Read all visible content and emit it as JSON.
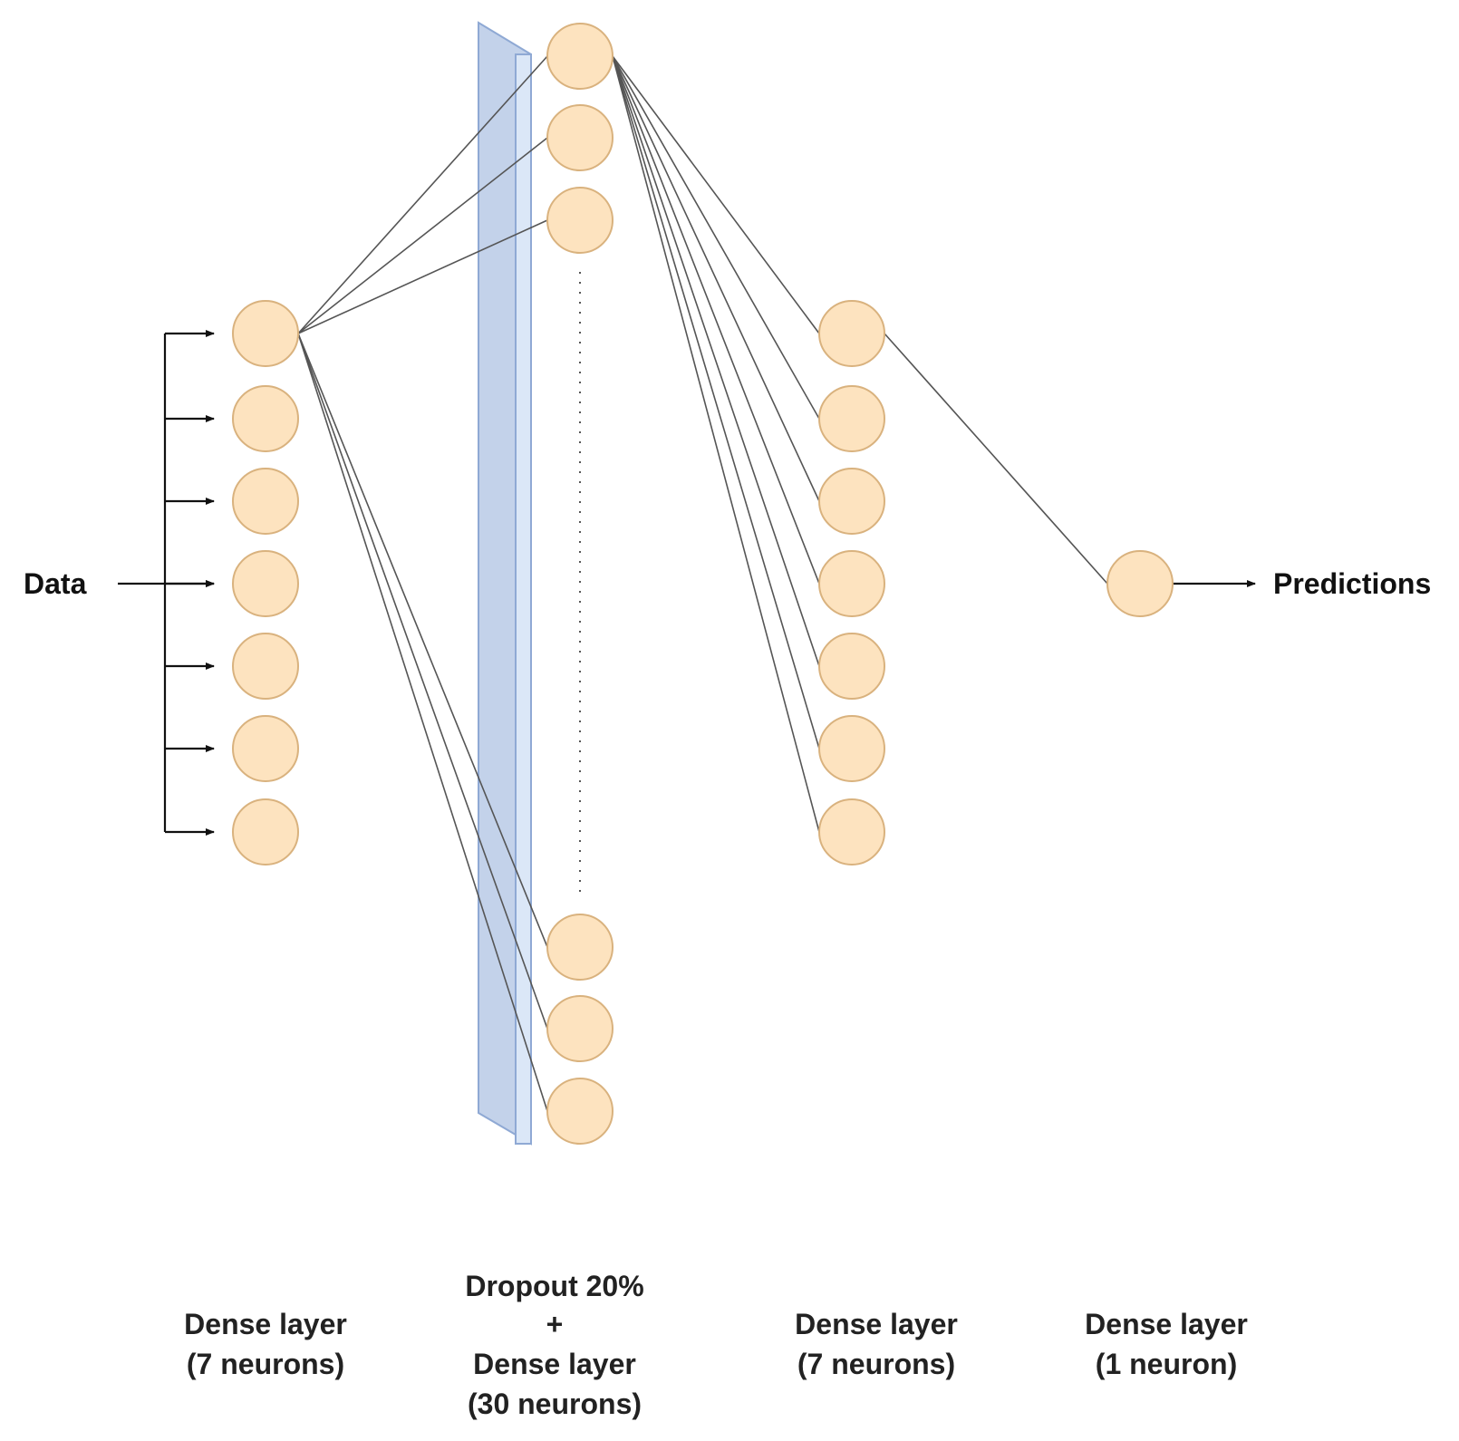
{
  "input_label": "Data",
  "output_label": "Predictions",
  "layers": [
    {
      "line1": "Dense layer",
      "line2": "(7 neurons)"
    },
    {
      "line0": "Dropout 20%",
      "plus": "+",
      "line1": "Dense layer",
      "line2": "(30 neurons)"
    },
    {
      "line1": "Dense layer",
      "line2": "(7 neurons)"
    },
    {
      "line1": "Dense layer",
      "line2": "(1 neuron)"
    }
  ],
  "colors": {
    "neuron_fill": "#fde3bf",
    "neuron_stroke": "#d9b27e",
    "dropout_front": "#c3d2ea",
    "dropout_side": "#dbe7f7",
    "dropout_stroke": "#8fa9d4"
  }
}
